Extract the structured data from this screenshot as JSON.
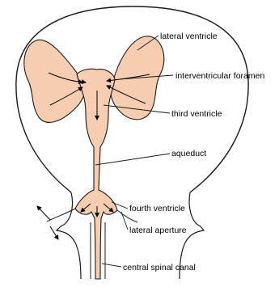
{
  "labels": {
    "lateral_ventricle": "lateral ventricle",
    "interventricular_foramen": "interventricular foramen",
    "third_ventricle": "third ventricle",
    "aqueduct": "aqueduct",
    "fourth_ventricle": "fourth ventricle",
    "lateral_aperture": "lateral aperture",
    "central_spinal_canal": "central spinal canal"
  },
  "colors": {
    "fill": "#f7cdb2",
    "outline": "#1a1a1a",
    "background": "#ffffff"
  }
}
